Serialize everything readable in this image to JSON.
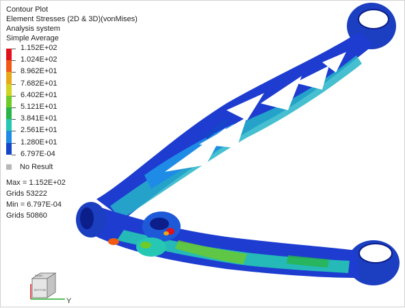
{
  "plot_header": {
    "line1": "Contour Plot",
    "line2": "Element Stresses (2D & 3D)(vonMises)",
    "line3": "Analysis system",
    "line4": "Simple Average"
  },
  "legend": {
    "values": [
      "1.152E+02",
      "1.024E+02",
      "8.962E+01",
      "7.682E+01",
      "6.402E+01",
      "5.121E+01",
      "3.841E+01",
      "2.561E+01",
      "1.280E+01",
      "6.797E-04"
    ],
    "colors": [
      "#e2121c",
      "#f05a14",
      "#e8a818",
      "#d2d222",
      "#6ecb28",
      "#28b446",
      "#26c8b4",
      "#1e8ce6",
      "#1446c8",
      "#0a0a96"
    ],
    "no_result_label": "No Result"
  },
  "stats": {
    "max": "Max =  1.152E+02",
    "max_grid": "Grids 53222",
    "min": "Min =  6.797E-04",
    "min_grid": "Grids 50860"
  },
  "triad": {
    "cube_top": "REAR",
    "cube_front": "BOTTOM",
    "axis_y": "Y"
  }
}
